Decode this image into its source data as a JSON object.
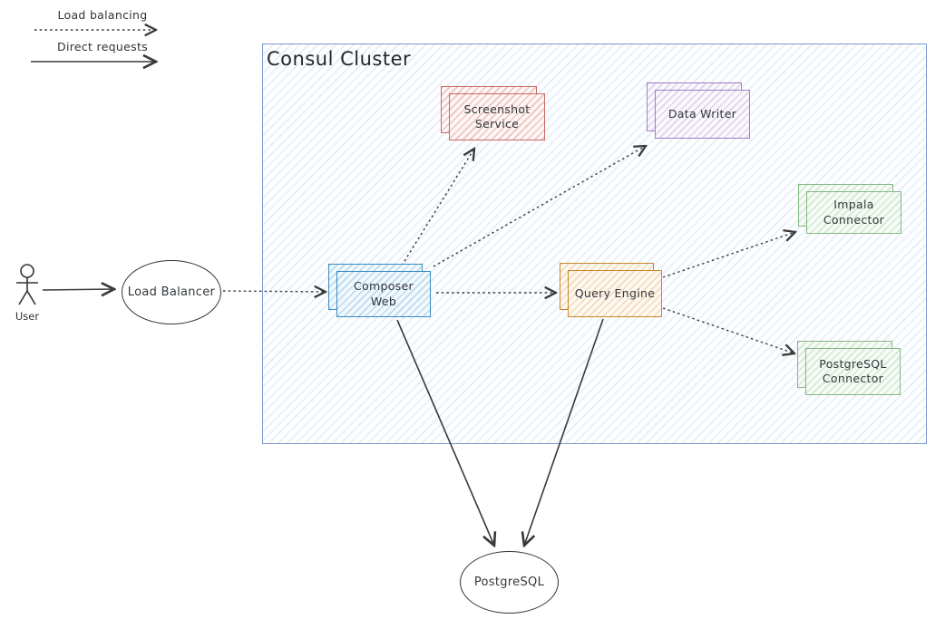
{
  "legend": {
    "items": [
      {
        "label": "Load balancing",
        "line_style": "dotted"
      },
      {
        "label": "Direct requests",
        "line_style": "solid"
      }
    ]
  },
  "cluster": {
    "title": "Consul Cluster",
    "border_color": "#7b97cc"
  },
  "actors": {
    "user": {
      "label": "User"
    }
  },
  "nodes": {
    "load_balancer": {
      "label": "Load Balancer",
      "shape": "ellipse"
    },
    "screenshot_service": {
      "label": "Screenshot Service",
      "color": "#c96a66"
    },
    "data_writer": {
      "label": "Data Writer",
      "color": "#9e80c5"
    },
    "composer_web": {
      "label": "Composer Web",
      "color": "#3a8ac0"
    },
    "query_engine": {
      "label": "Query Engine",
      "color": "#c8862b"
    },
    "impala_connector": {
      "label": "Impala Connector",
      "color": "#85b785"
    },
    "postgresql_connector": {
      "label": "PostgreSQL Connector",
      "color": "#85b785"
    },
    "postgresql_db": {
      "label": "PostgreSQL",
      "shape": "ellipse"
    }
  },
  "edges": [
    {
      "from": "User",
      "to": "Load Balancer",
      "type": "direct"
    },
    {
      "from": "Load Balancer",
      "to": "Composer Web",
      "type": "load-balancing"
    },
    {
      "from": "Composer Web",
      "to": "Screenshot Service",
      "type": "load-balancing"
    },
    {
      "from": "Composer Web",
      "to": "Data Writer",
      "type": "load-balancing"
    },
    {
      "from": "Composer Web",
      "to": "Query Engine",
      "type": "load-balancing"
    },
    {
      "from": "Query Engine",
      "to": "Impala Connector",
      "type": "load-balancing"
    },
    {
      "from": "Query Engine",
      "to": "PostgreSQL Connector",
      "type": "load-balancing"
    },
    {
      "from": "Composer Web",
      "to": "PostgreSQL",
      "type": "direct"
    },
    {
      "from": "Query Engine",
      "to": "PostgreSQL",
      "type": "direct"
    }
  ],
  "colors": {
    "arrow": "#3a3a3a",
    "text": "#2f3437",
    "cluster_border": "#7b97cc"
  }
}
